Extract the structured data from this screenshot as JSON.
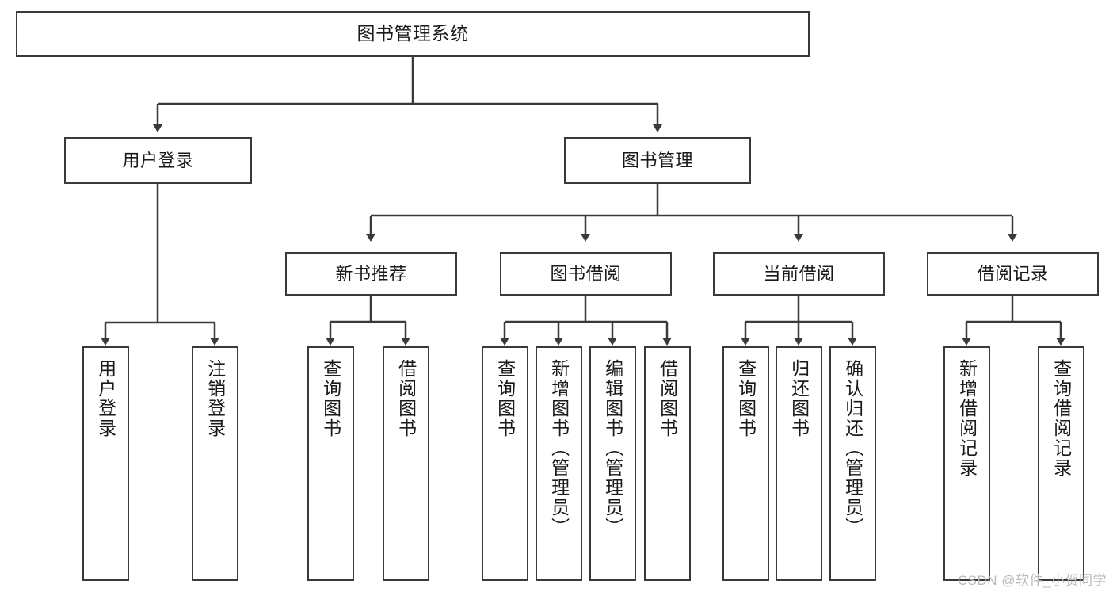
{
  "diagram": {
    "title": "图书管理系统",
    "watermark": "CSDN @软件_小贺同学",
    "type": "tree-hierarchy-diagram",
    "colors": {
      "border": "#3a3a3a",
      "background": "#ffffff",
      "text": "#1a1a1a",
      "watermark": "#b9b9b9"
    }
  },
  "nodes": {
    "root": {
      "label": "图书管理系统"
    },
    "level2": [
      {
        "label": "用户登录"
      },
      {
        "label": "图书管理"
      }
    ],
    "level3": [
      {
        "label": "新书推荐"
      },
      {
        "label": "图书借阅"
      },
      {
        "label": "当前借阅"
      },
      {
        "label": "借阅记录"
      }
    ],
    "leaves": {
      "user_login": [
        {
          "label": "用户登录"
        },
        {
          "label": "注销登录"
        }
      ],
      "new_book_recommend": [
        {
          "label": "查询图书"
        },
        {
          "label": "借阅图书"
        }
      ],
      "book_borrow": [
        {
          "label": "查询图书"
        },
        {
          "label": "新增图书（管理员）"
        },
        {
          "label": "编辑图书（管理员）"
        },
        {
          "label": "借阅图书"
        }
      ],
      "current_borrow": [
        {
          "label": "查询图书"
        },
        {
          "label": "归还图书"
        },
        {
          "label": "确认归还（管理员）"
        }
      ],
      "borrow_record": [
        {
          "label": "新增借阅记录"
        },
        {
          "label": "查询借阅记录"
        }
      ]
    }
  }
}
